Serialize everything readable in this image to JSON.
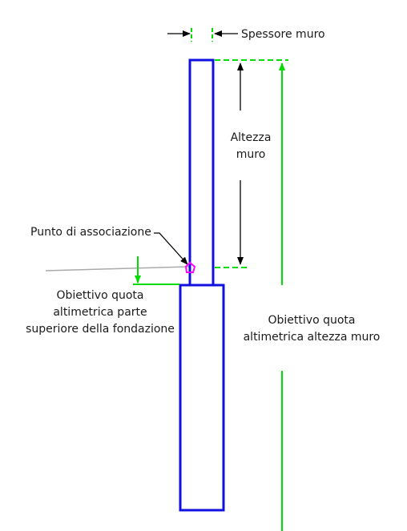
{
  "labels": {
    "wall_thickness": "Spessore muro",
    "wall_height": [
      "Altezza",
      "muro"
    ],
    "attachment_point": "Punto di associazione",
    "footing_top_target": [
      "Obiettivo quota",
      "altimetrica parte",
      "superiore della fondazione"
    ],
    "wall_height_target": [
      "Obiettivo quota",
      "altimetrica altezza muro"
    ]
  },
  "colors": {
    "wall_outline": "#1010e0",
    "dimension_line": "#00dd00",
    "leader_arrow": "#000000",
    "attachment_marker": "#ff00ff",
    "ground_line": "#aaaaaa"
  }
}
